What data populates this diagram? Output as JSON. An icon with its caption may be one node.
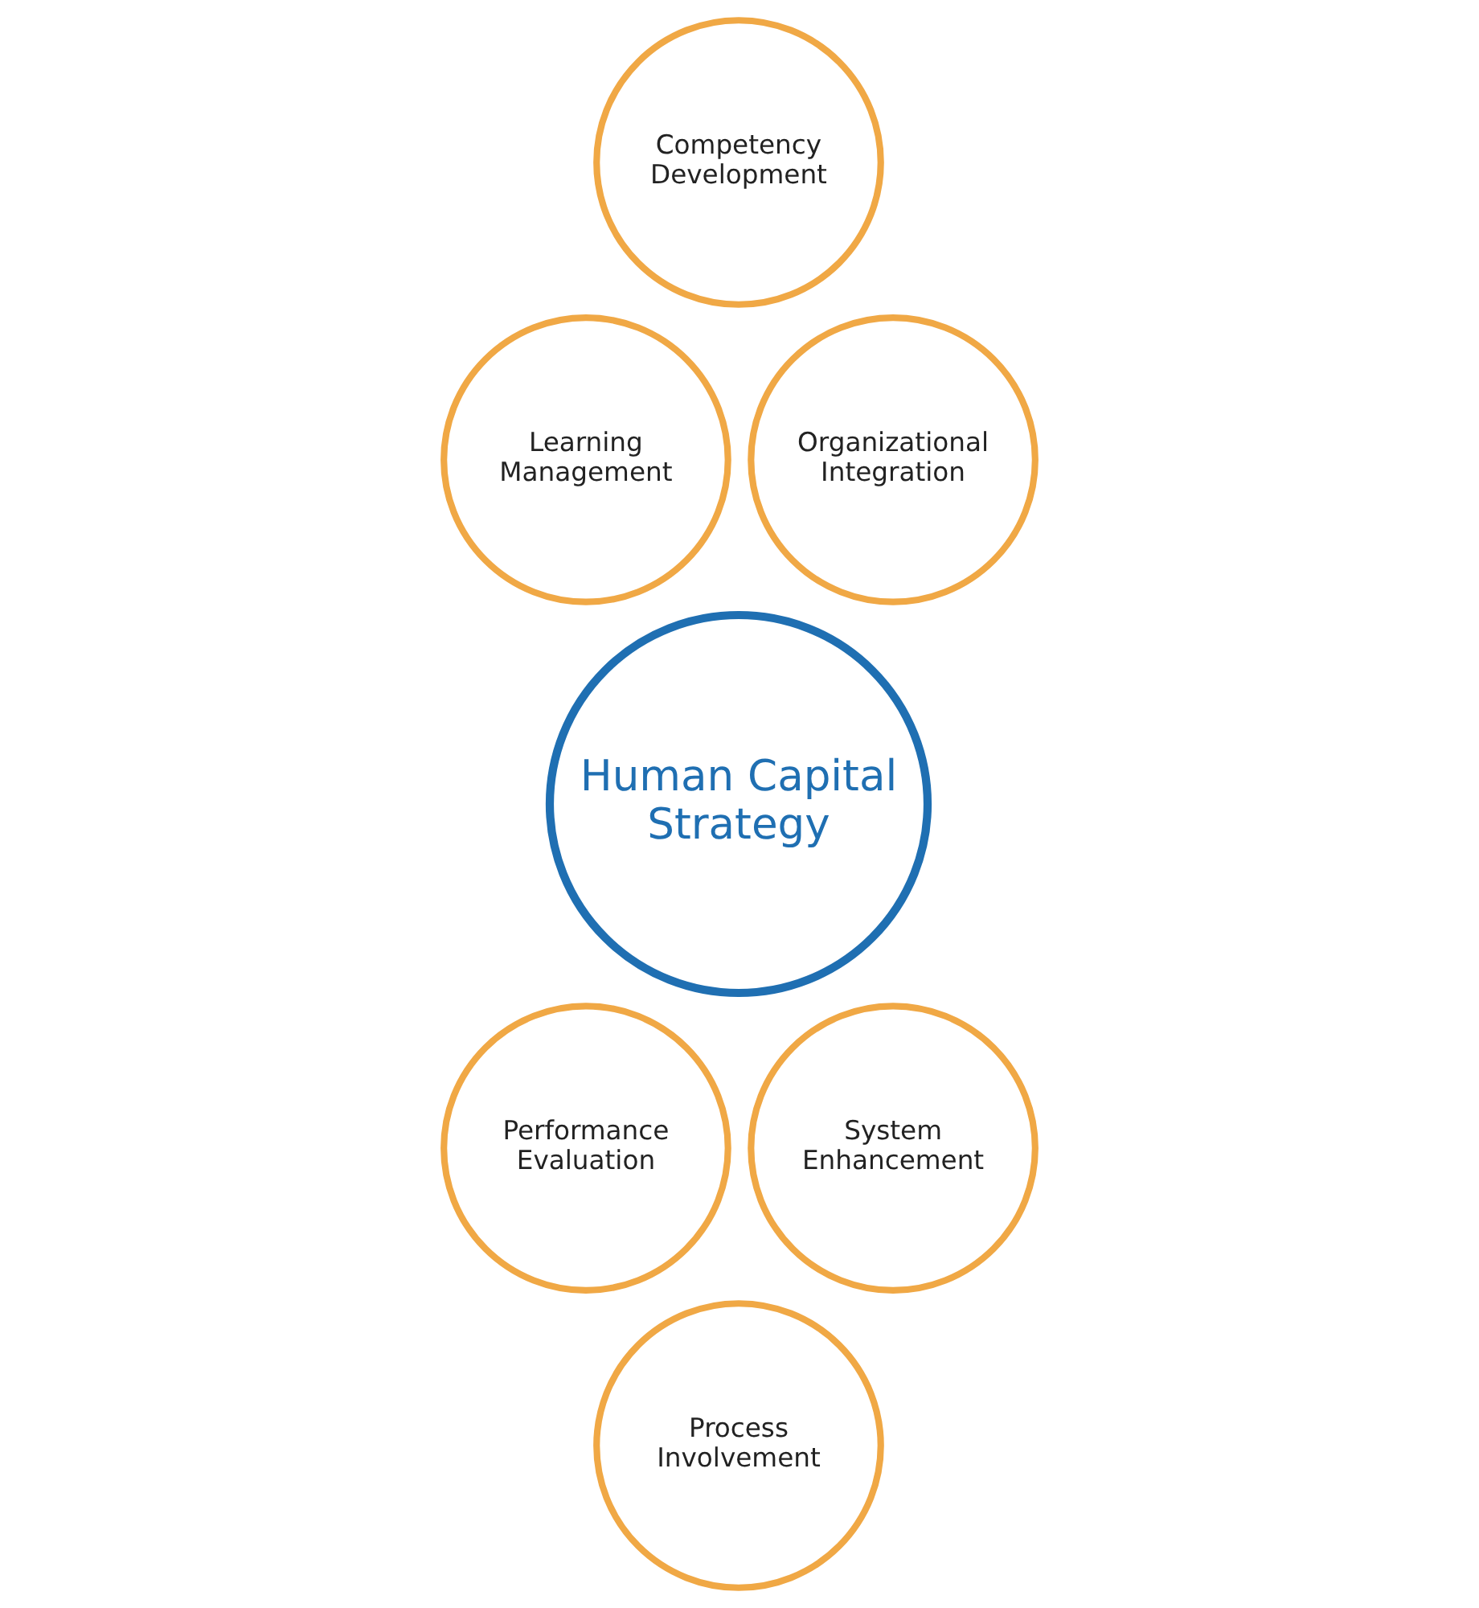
{
  "diagram": {
    "nodes": [
      {
        "text": [
          "Human Capital Strategy"
        ]
      },
      {
        "text": [
          "Competency Development"
        ]
      },
      {
        "text": [
          "Learning Management"
        ]
      },
      {
        "text": [
          "Performance Evaluation"
        ]
      },
      {
        "text": [
          "Process Involvement"
        ]
      },
      {
        "text": [
          "System Enhancement"
        ]
      },
      {
        "text": [
          "Organizational Integration"
        ]
      }
    ]
  }
}
